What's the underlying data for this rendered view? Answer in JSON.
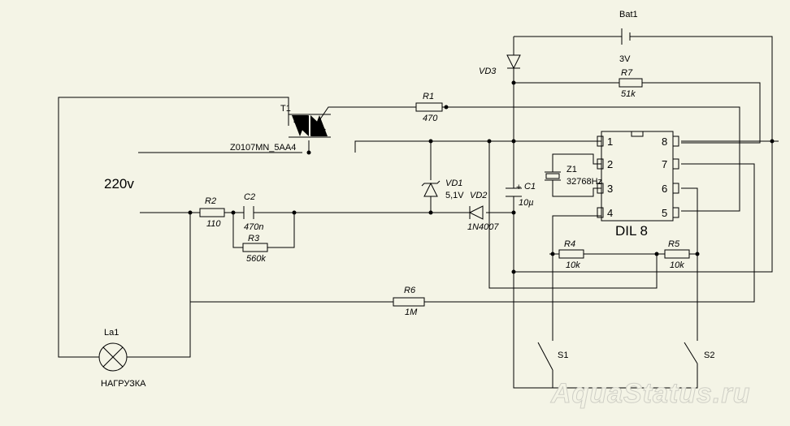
{
  "mains": {
    "voltage": "220v"
  },
  "components": {
    "t1": {
      "ref": "T1",
      "part": "Z0107MN_5AA4"
    },
    "r1": {
      "ref": "R1",
      "value": "470"
    },
    "r2": {
      "ref": "R2",
      "value": "110"
    },
    "r3": {
      "ref": "R3",
      "value": "560k"
    },
    "r4": {
      "ref": "R4",
      "value": "10k"
    },
    "r5": {
      "ref": "R5",
      "value": "10k"
    },
    "r6": {
      "ref": "R6",
      "value": "1M"
    },
    "r7": {
      "ref": "R7",
      "value": "51k"
    },
    "c1": {
      "ref": "C1",
      "value": "10µ",
      "polarity": "+"
    },
    "c2": {
      "ref": "C2",
      "value": "470n"
    },
    "vd1": {
      "ref": "VD1",
      "value": "5,1V"
    },
    "vd2": {
      "ref": "VD2",
      "value": "1N4007"
    },
    "vd3": {
      "ref": "VD3"
    },
    "z1": {
      "ref": "Z1",
      "value": "32768Hz"
    },
    "bat1": {
      "ref": "Bat1",
      "value": "3V"
    },
    "la1": {
      "ref": "La1",
      "value": "НАГРУЗКА"
    },
    "s1": {
      "ref": "S1"
    },
    "s2": {
      "ref": "S2"
    }
  },
  "ic": {
    "package": "DIL 8",
    "pins": [
      "1",
      "2",
      "3",
      "4",
      "5",
      "6",
      "7",
      "8"
    ]
  },
  "watermark": "AquaStatus.ru"
}
